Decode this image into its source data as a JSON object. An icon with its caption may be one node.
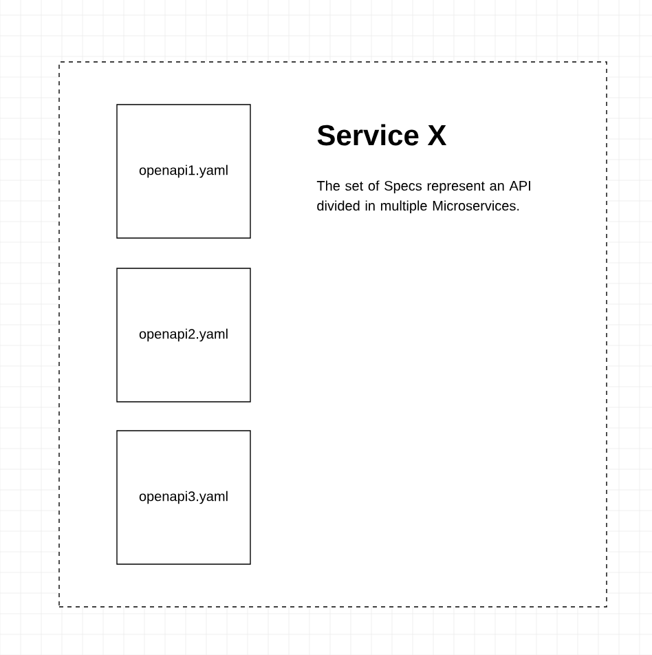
{
  "diagram": {
    "nodes": [
      {
        "text": [
          "Service X",
          "The set of Specs represent an API divided in multiple Microservices."
        ]
      },
      {
        "text": [
          "openapi1.yaml"
        ],
        "in": 0
      },
      {
        "text": [
          "openapi2.yaml"
        ],
        "in": 0
      },
      {
        "text": [
          "openapi3.yaml"
        ],
        "in": 0
      }
    ]
  }
}
